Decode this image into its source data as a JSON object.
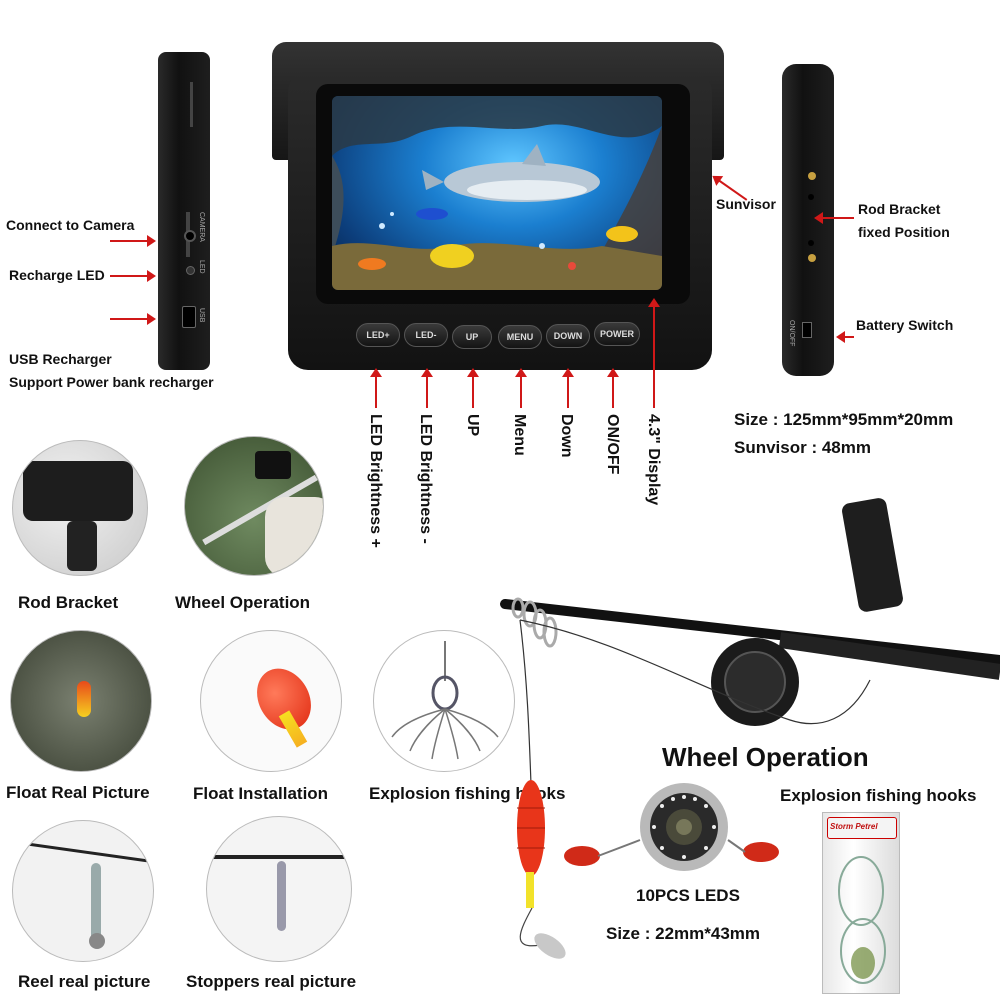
{
  "left_side_labels": {
    "connect_camera": "Connect to Camera",
    "recharge_led": "Recharge LED",
    "usb_recharger": "USB Recharger",
    "power_bank": "Support Power bank recharger"
  },
  "side_port_labels": {
    "camera": "CAMERA",
    "led": "LED",
    "usb": "USB"
  },
  "buttons": [
    {
      "label": "LED+"
    },
    {
      "label": "LED-"
    },
    {
      "label": "UP"
    },
    {
      "label": "MENU"
    },
    {
      "label": "DOWN"
    },
    {
      "label": "POWER"
    }
  ],
  "button_descriptions": [
    "LED Brightness +",
    "LED Brightness -",
    "UP",
    "Menu",
    "Down",
    "ON/OFF",
    "4.3\"  Display"
  ],
  "right_labels": {
    "sunvisor": "Sunvisor",
    "rod_bracket_line1": "Rod Bracket",
    "rod_bracket_line2": "fixed Position",
    "battery_switch": "Battery Switch",
    "onoff_mark": "ON/OFF",
    "size": "Size : 125mm*95mm*20mm",
    "sunvisor_size": "Sunvisor : 48mm"
  },
  "captions": {
    "rod_bracket": "Rod Bracket",
    "wheel_operation": "Wheel Operation",
    "float_real": "Float Real Picture",
    "float_installation": "Float Installation",
    "explosion_hooks": "Explosion fishing hooks",
    "reel_real": "Reel real picture",
    "stoppers_real": "Stoppers real picture",
    "wheel_operation_big": "Wheel Operation",
    "explosion_hooks_right": "Explosion fishing hooks",
    "leds": "10PCS LEDS",
    "camera_size": "Size : 22mm*43mm"
  },
  "package_brand": "Storm Petrel",
  "colors": {
    "accent_arrow": "#d01818",
    "device": "#1a1a1a"
  }
}
